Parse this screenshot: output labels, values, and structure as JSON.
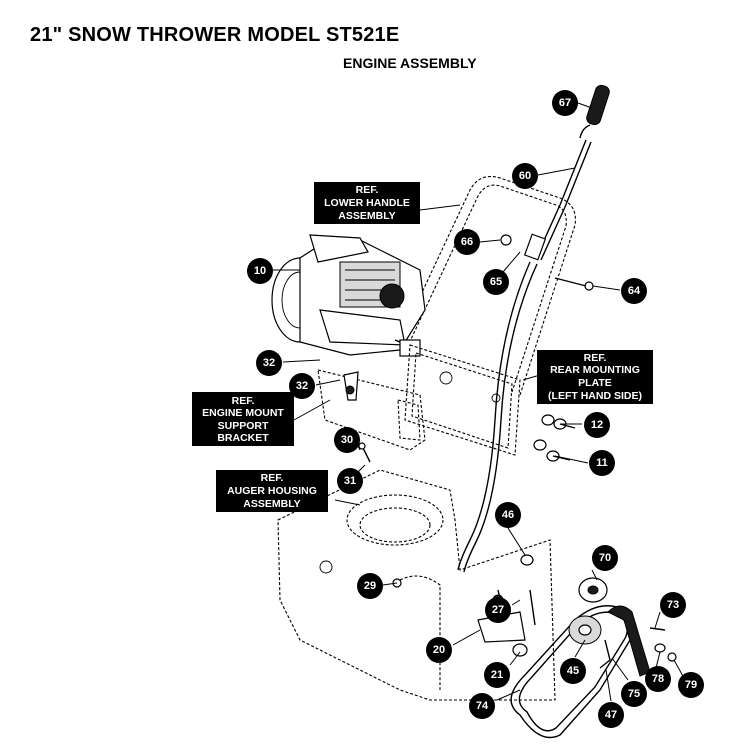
{
  "title": "21\" SNOW THROWER MODEL ST521E",
  "subtitle": "ENGINE ASSEMBLY",
  "refs": [
    {
      "id": "lower-handle",
      "lines": [
        "REF.",
        "LOWER HANDLE",
        "ASSEMBLY"
      ]
    },
    {
      "id": "rear-mounting",
      "lines": [
        "REF.",
        "REAR MOUNTING",
        "PLATE",
        "(LEFT HAND SIDE)"
      ]
    },
    {
      "id": "engine-mount",
      "lines": [
        "REF.",
        "ENGINE MOUNT",
        "SUPPORT",
        "BRACKET"
      ]
    },
    {
      "id": "auger-housing",
      "lines": [
        "REF.",
        "AUGER HOUSING",
        "ASSEMBLY"
      ]
    }
  ],
  "callouts": [
    "67",
    "60",
    "66",
    "65",
    "64",
    "10",
    "32",
    "32",
    "12",
    "11",
    "30",
    "31",
    "46",
    "70",
    "29",
    "27",
    "73",
    "20",
    "21",
    "45",
    "78",
    "79",
    "75",
    "47",
    "74"
  ]
}
